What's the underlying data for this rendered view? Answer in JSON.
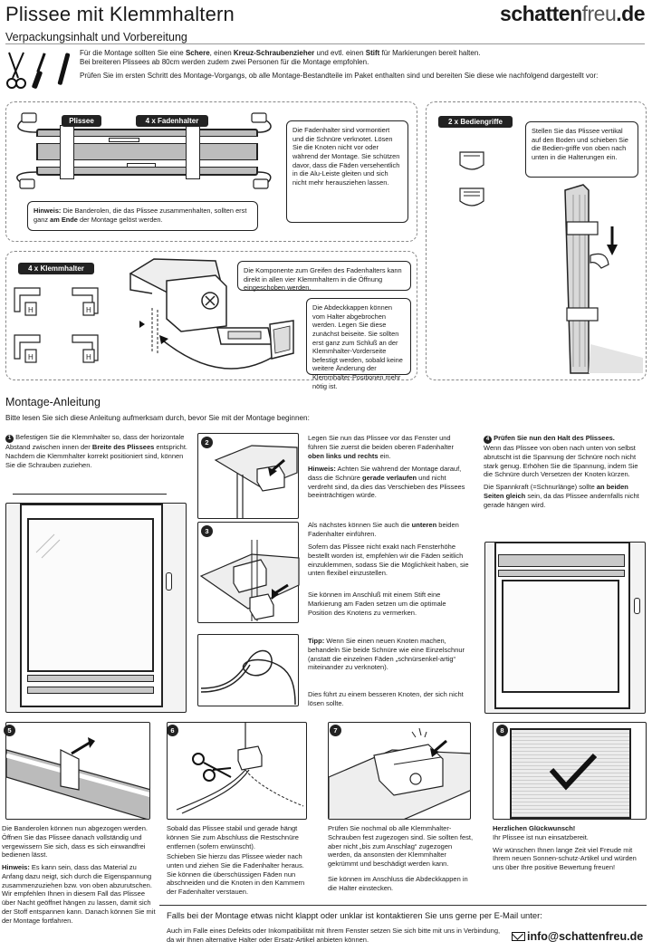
{
  "header": {
    "title": "Plissee mit Klemmhaltern",
    "logo_main": "schatten",
    "logo_accent": "freu",
    "logo_dot": ".de"
  },
  "prep": {
    "heading": "Verpackungsinhalt und Vorbereitung",
    "line1_a": "Für die Montage sollten Sie eine ",
    "line1_b": "Schere",
    "line1_c": ", einen ",
    "line1_d": "Kreuz-Schraubenzieher",
    "line1_e": " und evtl. einen ",
    "line1_f": "Stift",
    "line1_g": " für Markierungen bereit halten.",
    "line2": "Bei breiteren Plissees ab 80cm werden zudem zwei Personen für die Montage empfohlen.",
    "line3": "Prüfen Sie im ersten Schritt des Montage-Vorgangs, ob alle Montage-Bestandteile im Paket enthalten sind und bereiten Sie diese wie nachfolgend dargestellt vor:"
  },
  "parts": {
    "plissee_label": "Plissee",
    "fadenhalter_label": "4 x Fadenhalter",
    "fadenhalter_note": "Die Fadenhalter sind vormontiert und die Schnüre verknotet. Lösen Sie die Knoten nicht vor oder während der Montage. Sie schützen davor, dass die Fäden versehentlich in die Alu-Leiste gleiten und sich nicht mehr herausziehen lassen.",
    "hinweis_label": "Hinweis:",
    "hinweis_a": " Die Banderolen, die das Plissee zusammenhalten, sollten erst ganz ",
    "hinweis_b": "am Ende",
    "hinweis_c": " der Montage gelöst werden.",
    "bediengriffe_label": "2 x Bediengriffe",
    "bediengriffe_note": "Stellen Sie das Plissee vertikal auf den Boden und schieben Sie die Bedien-griffe von oben nach unten in die Halterungen ein.",
    "klemmhalter_label": "4 x Klemmhalter",
    "klemm_note1": "Die Komponente zum Greifen des Fadenhalters kann direkt in allen vier Klemmhaltern in die Öffnung eingeschoben werden.",
    "klemm_note2": "Die Abdeckkappen können vom Halter abgebrochen werden. Legen Sie diese zunächst beiseite. Sie sollten erst ganz zum Schluß an der Klemmhalter-Vorderseite befestigt werden, sobald keine weitere Änderung der Klemmhalter-Positionen mehr nötig ist."
  },
  "montage": {
    "heading": "Montage-Anleitung",
    "intro": "Bitte lesen Sie sich diese Anleitung aufmerksam durch, bevor Sie mit der Montage beginnen:",
    "s1_num": "1",
    "s1_a": " Befestigen Sie die Klemmhalter so, dass der horizontale Abstand zwischen innen der ",
    "s1_b": "Breite des Plissees",
    "s1_c": " entspricht. Nachdem die Klemmhalter korrekt positioniert sind, können Sie die Schrauben zuziehen.",
    "s2_num": "2",
    "s2_a": "Legen Sie nun das Plissee vor das Fenster und führen Sie zuerst die beiden oberen Fadenhalter ",
    "s2_b": "oben links und rechts",
    "s2_c": " ein.",
    "s2_hint_label": "Hinweis:",
    "s2_hint_a": " Achten Sie während der Montage darauf, dass die Schnüre ",
    "s2_hint_b": "gerade verlaufen",
    "s2_hint_c": " und nicht verdreht sind, da dies das Verschieben des Plissees beeinträchtigen würde.",
    "s3_num": "3",
    "s3_p1_a": "Als nächstes können Sie auch die ",
    "s3_p1_b": "unteren",
    "s3_p1_c": " beiden Fadenhalter einführen.",
    "s3_p2": "Sofern das Plissee nicht exakt nach Fensterhöhe bestellt worden ist, empfehlen wir die Fäden seitlich einzuklemmen, sodass Sie die Möglichkeit haben, sie unten flexibel einzustellen.",
    "s3_p3": "Sie können im Anschluß mit einem Stift eine Markierung am Faden setzen um die optimale Position des Knotens zu vermerken.",
    "tip_label": "Tipp:",
    "tip_a": " Wenn Sie einen neuen Knoten machen, behandeln Sie beide Schnüre wie eine Einzelschnur (anstatt die einzelnen Fäden „schnürsenkel-artig“ miteinander zu verknoten).",
    "tip_b": "Dies führt zu einem besseren Knoten, der sich nicht lösen sollte.",
    "s4_num": "4",
    "s4_title": " Prüfen Sie nun den Halt des Plissees.",
    "s4_p1": "Wenn das Plissee von oben nach unten von selbst abrutscht ist die Spannung der Schnüre noch nicht stark genug. Erhöhen Sie die Spannung, indem Sie die Schnüre durch Versetzen der Knoten kürzen.",
    "s4_p2_a": "Die Spannkraft (=Schnurlänge) sollte ",
    "s4_p2_b": "an beiden Seiten gleich",
    "s4_p2_c": " sein, da das Plissee andernfalls nicht gerade hängen wird.",
    "s5_num": "5",
    "s5_p1": "Die Banderolen können nun abgezogen werden. Öffnen Sie das Plissee danach vollständig und vergewissern Sie sich, dass es sich einwandfrei bedienen lässt.",
    "s5_hint_label": "Hinweis:",
    "s5_hint": " Es kann sein, dass das Material zu Anfang dazu neigt, sich durch die Eigenspannung zusammenzuziehen bzw. von oben abzurutschen. Wir empfehlen Ihnen in diesem Fall das Plissee über Nacht geöffnet hängen zu lassen, damit sich der Stoff entspannen kann. Danach können Sie mit der Montage fortfahren.",
    "s6_num": "6",
    "s6_p1": "Sobald das Plissee stabil und gerade hängt können Sie zum Abschluss die Restschnüre entfernen (sofern erwünscht).",
    "s6_p2": "Schieben Sie hierzu das Plissee wieder nach unten und ziehen Sie die Fadenhalter heraus. Sie können die überschüssigen Fäden nun abschneiden und die Knoten in den Kammern der Fadenhalter verstauen.",
    "s7_num": "7",
    "s7_p1": "Prüfen Sie nochmal ob alle Klemmhalter-Schrauben fest zugezogen sind. Sie sollten fest, aber nicht „bis zum Anschlag“ zugezogen werden, da ansonsten der Klemmhalter gekrümmt und beschädigt werden kann.",
    "s7_p2": "Sie können im Anschluss die Abdeckkappen in die Halter einstecken.",
    "s8_num": "8",
    "s8_title": "Herzlichen Glückwunsch!",
    "s8_p1": "Ihr Plissee ist nun einsatzbereit.",
    "s8_p2": "Wir wünschen Ihnen lange Zeit viel Freude mit Ihrem neuen Sonnen-schutz-Artikel und würden uns über Ihre positive Bewertung freuen!"
  },
  "footer": {
    "headline": "Falls bei der Montage etwas nicht klappt oder unklar ist kontaktieren Sie uns gerne per E-Mail unter:",
    "text": "Auch im Falle eines Defekts oder Inkompatibilität mit Ihrem Fenster setzen Sie sich bitte mit uns in Verbindung, da wir Ihnen alternative Halter oder Ersatz-Artikel anbieten können.",
    "email_prefix": "info@",
    "email_main": "schattenfreu",
    "email_suffix": ".de"
  }
}
